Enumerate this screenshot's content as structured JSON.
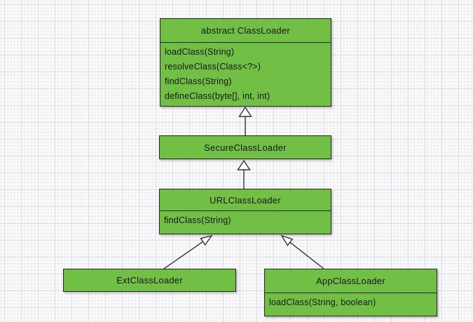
{
  "diagram": {
    "type": "uml-class-diagram",
    "classes": [
      {
        "name": "abstract ClassLoader",
        "methods": [
          "loadClass(String)",
          "resolveClass(Class<?>)",
          "findClass(String)",
          "defineClass(byte[], int, int)"
        ]
      },
      {
        "name": "SecureClassLoader",
        "methods": []
      },
      {
        "name": "URLClassLoader",
        "methods": [
          "findClass(String)"
        ]
      },
      {
        "name": "ExtClassLoader",
        "methods": []
      },
      {
        "name": "AppClassLoader",
        "methods": [
          "loadClass(String, boolean)"
        ]
      }
    ],
    "relations": [
      {
        "from": "SecureClassLoader",
        "to": "abstract ClassLoader",
        "type": "generalization"
      },
      {
        "from": "URLClassLoader",
        "to": "SecureClassLoader",
        "type": "generalization"
      },
      {
        "from": "ExtClassLoader",
        "to": "URLClassLoader",
        "type": "generalization"
      },
      {
        "from": "AppClassLoader",
        "to": "URLClassLoader",
        "type": "generalization"
      }
    ],
    "colors": {
      "node_fill": "#72bf45",
      "node_border": "#262626",
      "text": "#161616"
    }
  }
}
